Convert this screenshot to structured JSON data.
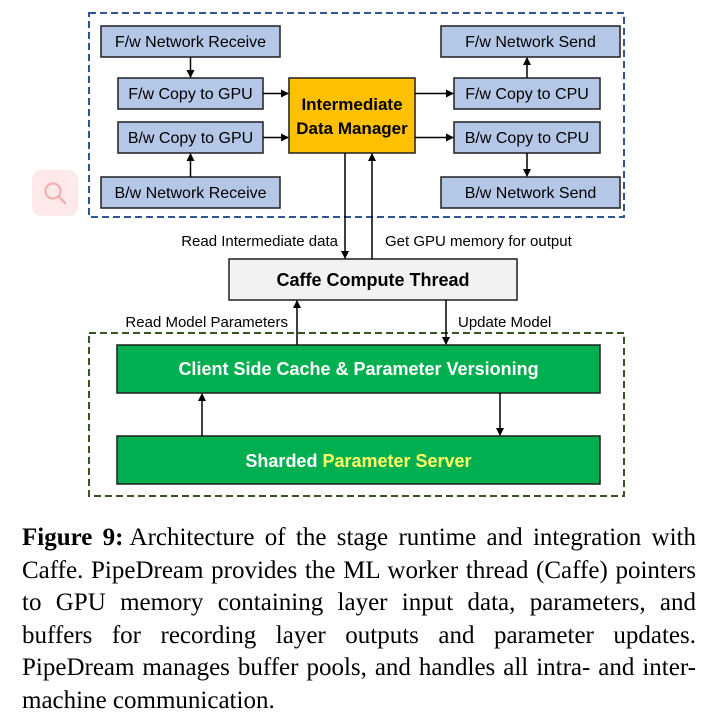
{
  "diagram": {
    "boxes": {
      "fw_net_recv": "F/w Network Receive",
      "fw_copy_gpu": "F/w Copy to GPU",
      "bw_copy_gpu": "B/w Copy to GPU",
      "bw_net_recv": "B/w Network Receive",
      "fw_net_send": "F/w Network Send",
      "fw_copy_cpu": "F/w Copy to CPU",
      "bw_copy_cpu": "B/w Copy to CPU",
      "bw_net_send": "B/w Network Send",
      "idm_line1": "Intermediate",
      "idm_line2": "Data Manager",
      "compute": "Caffe Compute Thread",
      "cache": "Client Side Cache & Parameter Versioning",
      "server_prefix": "Sharded ",
      "server_highlight": "Parameter Server"
    },
    "labels": {
      "read_intermediate": "Read Intermediate data",
      "get_gpu_memory": "Get GPU memory for output",
      "read_model": "Read Model Parameters",
      "update_model": "Update Model"
    },
    "colors": {
      "blue_box": "#b4c7e7",
      "orange_box": "#ffc000",
      "gray_box": "#f2f2f2",
      "green_box": "#00b050",
      "highlight_text": "#ffff66",
      "blue_border": "#2f5597",
      "green_border": "#375623"
    }
  },
  "caption": {
    "label": "Figure 9:",
    "text": "Architecture of the stage runtime and integration with Caffe. PipeDream provides the ML worker thread (Caffe) pointers to GPU memory containing layer input data, parameters, and buffers for recording layer outputs and parameter updates. PipeDream manages buffer pools, and handles all intra- and inter-machine communication."
  },
  "icons": [
    "search-icon"
  ]
}
